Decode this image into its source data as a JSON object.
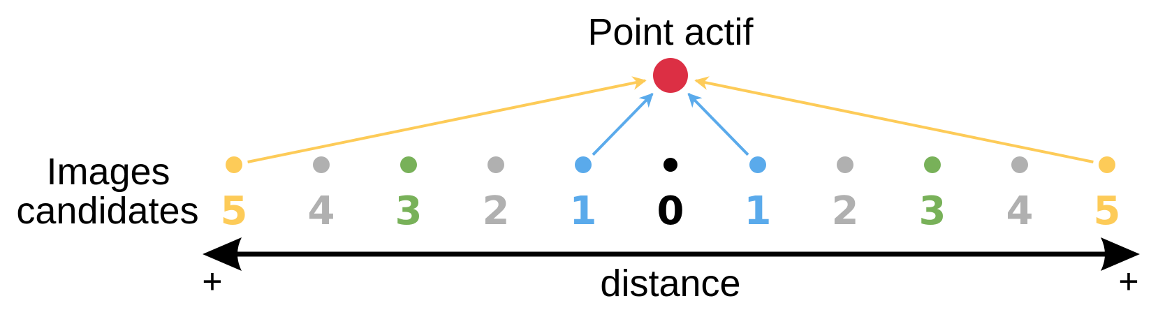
{
  "title": "Point actif",
  "candidates_label_line1": "Images",
  "candidates_label_line2": "candidates",
  "axis_label": "distance",
  "axis_left_sign": "+",
  "axis_right_sign": "+",
  "colors": {
    "active_point": "#dc2f44",
    "distance_5": "#fdcb58",
    "distance_4": "#b0b0b0",
    "distance_3": "#78b159",
    "distance_2": "#b0b0b0",
    "distance_1": "#5aaaeb",
    "distance_0": "#000000",
    "axis": "#000000"
  },
  "candidates": [
    {
      "distance": "5",
      "color_key": "distance_5",
      "arrow": true
    },
    {
      "distance": "4",
      "color_key": "distance_4",
      "arrow": false
    },
    {
      "distance": "3",
      "color_key": "distance_3",
      "arrow": false
    },
    {
      "distance": "2",
      "color_key": "distance_2",
      "arrow": false
    },
    {
      "distance": "1",
      "color_key": "distance_1",
      "arrow": true
    },
    {
      "distance": "0",
      "color_key": "distance_0",
      "arrow": false
    },
    {
      "distance": "1",
      "color_key": "distance_1",
      "arrow": true
    },
    {
      "distance": "2",
      "color_key": "distance_2",
      "arrow": false
    },
    {
      "distance": "3",
      "color_key": "distance_3",
      "arrow": false
    },
    {
      "distance": "4",
      "color_key": "distance_4",
      "arrow": false
    },
    {
      "distance": "5",
      "color_key": "distance_5",
      "arrow": true
    }
  ]
}
